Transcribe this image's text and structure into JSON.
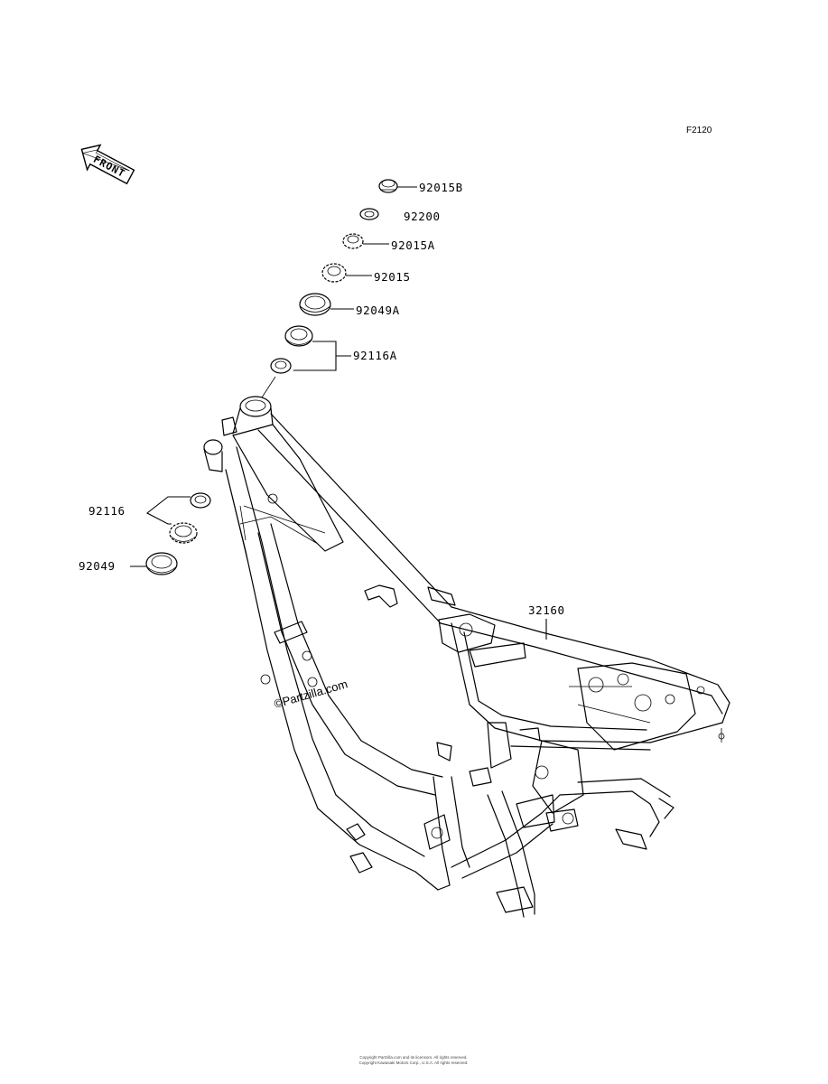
{
  "figure_code": "F2120",
  "front_label": "FRONT",
  "watermark": "©Partzilla.com",
  "footer": {
    "line1": "Copyright Partzilla.com and its licensors. All rights reserved.",
    "line2": "Copyright Kawasaki Motors Corp., U.S.A. All rights reserved."
  },
  "parts": [
    {
      "number": "92015B"
    },
    {
      "number": "92200"
    },
    {
      "number": "92015A"
    },
    {
      "number": "92015"
    },
    {
      "number": "92049A"
    },
    {
      "number": "92116A"
    },
    {
      "number": "92116"
    },
    {
      "number": "92049"
    },
    {
      "number": "32160"
    }
  ]
}
